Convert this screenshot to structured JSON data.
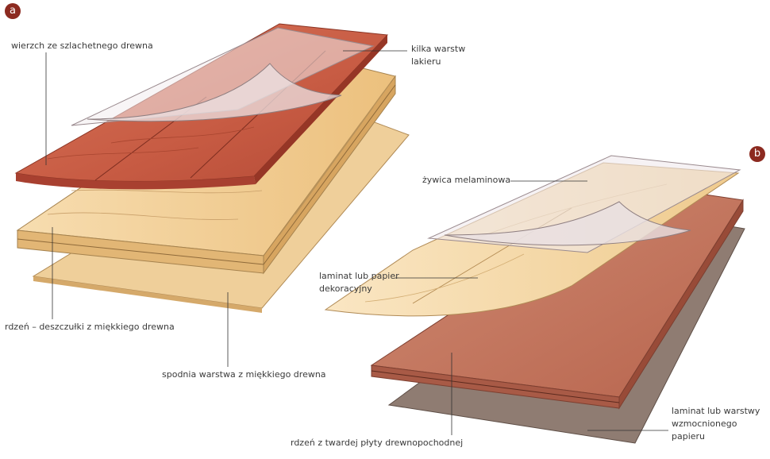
{
  "panels": [
    {
      "badge": "a",
      "labels": {
        "top_layer": "wierzch ze szlachetnego drewna",
        "lacquer": [
          "kilka warstw",
          "lakieru"
        ],
        "core": "rdzeń – deszczułki z miękkiego drewna",
        "bottom": "spodnia warstwa z miękkiego drewna"
      }
    },
    {
      "badge": "b",
      "labels": {
        "resin": "żywica melaminowa",
        "decor": [
          "laminat lub papier",
          "dekoracyjny"
        ],
        "core": "rdzeń z twardej płyty drewnopochodnej",
        "backing": [
          "laminat lub warstwy",
          "wzmocnionego",
          "papieru"
        ]
      }
    }
  ],
  "colors": {
    "badge": "#8c2a20",
    "veneer": "#c8604a",
    "softwood": "#f2d29a",
    "hdf": "#c9806a",
    "backing": "#8f7a6e",
    "melamine": "#ece6e8",
    "leader": "#333333"
  }
}
